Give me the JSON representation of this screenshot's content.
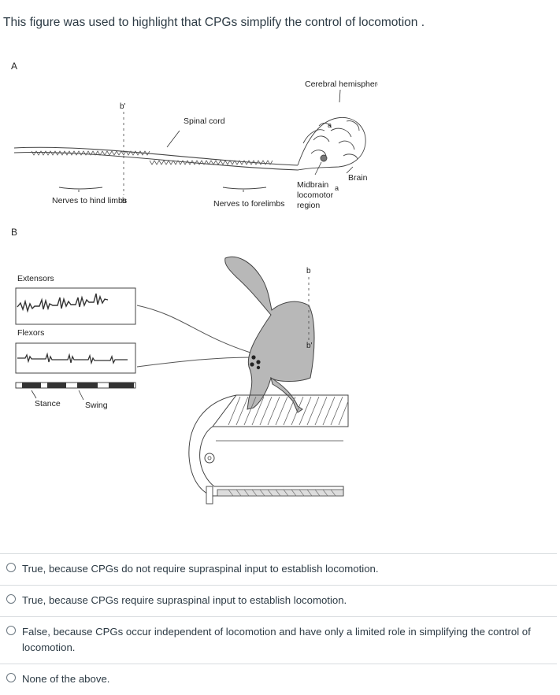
{
  "question": {
    "text": "This figure was used to highlight that CPGs simplify the control of locomotion ."
  },
  "figure": {
    "panel_a": {
      "letter": "A",
      "labels": {
        "cerebral_hemisphere": "Cerebral hemisphere",
        "spinal_cord": "Spinal cord",
        "b_prime": "b'",
        "b": "b",
        "a_upper": "a",
        "a_lower": "a",
        "brain": "Brain",
        "nerves_hind": "Nerves to hind limbs",
        "nerves_fore": "Nerves to forelimbs",
        "midbrain_1": "Midbrain",
        "midbrain_2": "locomotor",
        "midbrain_3": "region"
      }
    },
    "panel_b": {
      "letter": "B",
      "labels": {
        "extensors": "Extensors",
        "flexors": "Flexors",
        "stance": "Stance",
        "swing": "Swing",
        "b": "b",
        "b_prime": "b'"
      }
    }
  },
  "answers": [
    {
      "label": "True, because CPGs do not require supraspinal input to establish locomotion."
    },
    {
      "label": "True, because CPGs require supraspinal input to establish locomotion."
    },
    {
      "label": "False, because CPGs occur independent of locomotion and have only a limited role in simplifying the control of locomotion."
    },
    {
      "label": "None of the above."
    }
  ]
}
